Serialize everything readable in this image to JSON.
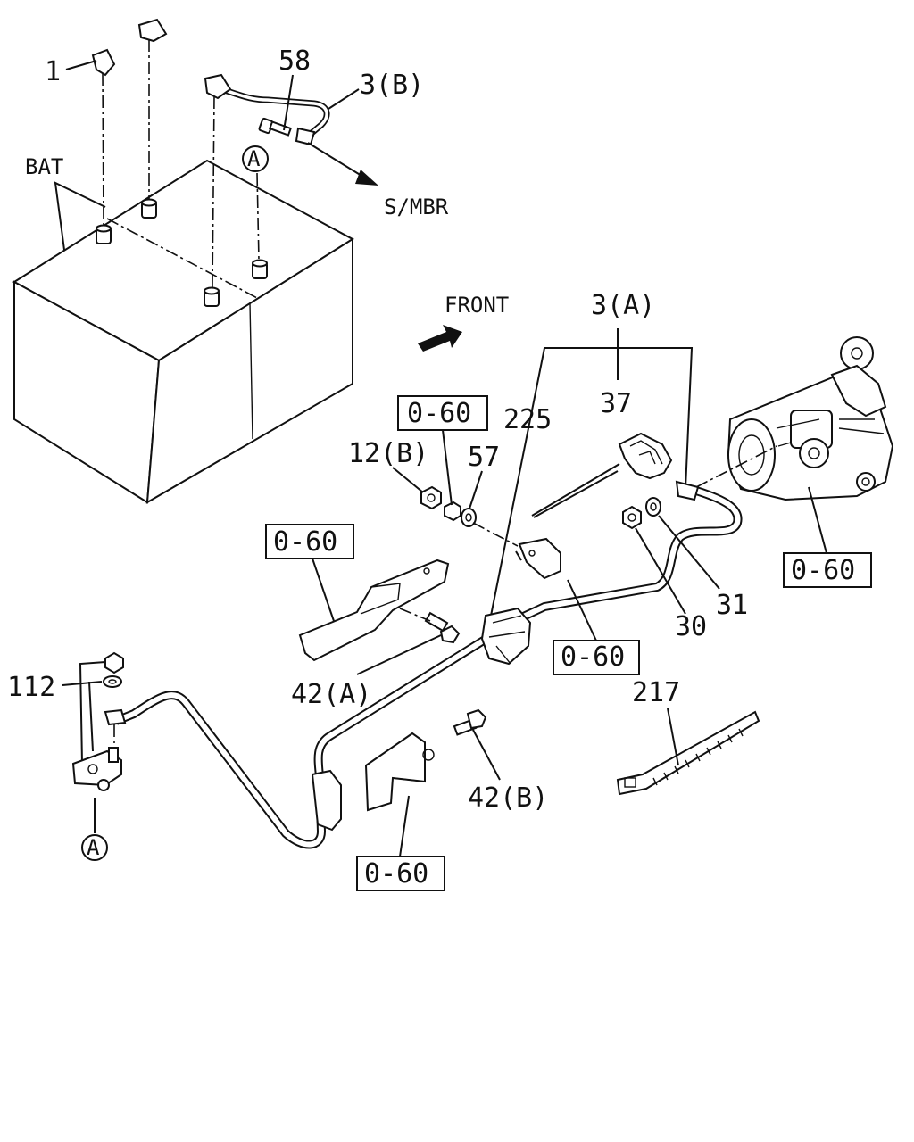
{
  "labels": {
    "p1": "1",
    "p58": "58",
    "p3b": "3(B)",
    "bat": "BAT",
    "circleA_top": "A",
    "smbr": "S/MBR",
    "front": "FRONT",
    "p3a": "3(A)",
    "p225": "225",
    "p37": "37",
    "ref060_a": "0-60",
    "p12b": "12(B)",
    "p57": "57",
    "ref060_b": "0-60",
    "ref060_c": "0-60",
    "p30": "30",
    "p31": "31",
    "ref060_d": "0-60",
    "p42a": "42(A)",
    "p112": "112",
    "p217": "217",
    "p42b": "42(B)",
    "circleA_bottom": "A",
    "ref060_e": "0-60"
  }
}
